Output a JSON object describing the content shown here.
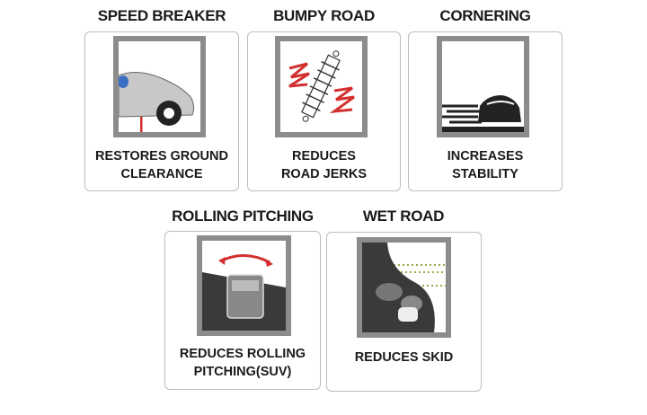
{
  "features": [
    {
      "title": "SPEED BREAKER",
      "caption": [
        "RESTORES GROUND",
        "CLEARANCE"
      ],
      "icon": "car-wheel-icon"
    },
    {
      "title": "BUMPY ROAD",
      "caption": [
        "REDUCES",
        "ROAD JERKS"
      ],
      "icon": "shock-absorber-icon"
    },
    {
      "title": "CORNERING",
      "caption": [
        "INCREASES",
        "STABILITY"
      ],
      "icon": "speeding-car-icon"
    },
    {
      "title": "ROLLING PITCHING",
      "caption": [
        "REDUCES ROLLING",
        "PITCHING(SUV)"
      ],
      "icon": "suv-tilt-icon"
    },
    {
      "title": "WET ROAD",
      "caption": [
        "REDUCES SKID"
      ],
      "icon": "wet-road-icon"
    }
  ],
  "colors": {
    "frame": "#8c8c8c",
    "accent_red": "#d32f2f",
    "road": "#3a3a3a"
  }
}
